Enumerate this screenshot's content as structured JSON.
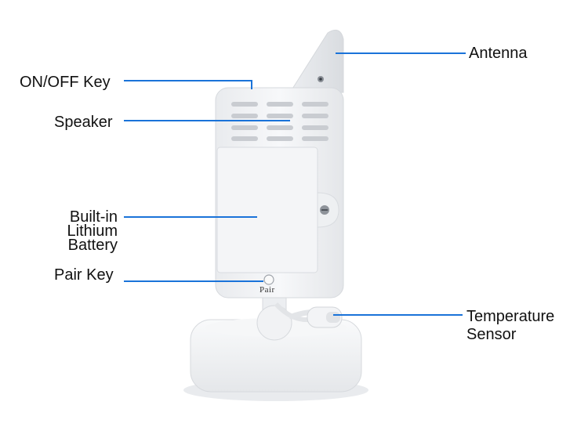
{
  "labels": {
    "antenna": "Antenna",
    "on_off_key": "ON/OFF Key",
    "speaker": "Speaker",
    "battery_line1": "Built-in",
    "battery_line2": "Lithium",
    "battery_line3": "Battery",
    "pair_key": "Pair Key",
    "temperature_line1": "Temperature",
    "temperature_line2": "Sensor"
  },
  "device": {
    "pair_text": "Pair"
  },
  "colors": {
    "leader_line": "#1a73d9",
    "device_body": "#f2f3f5",
    "device_shadow": "#d7dade",
    "text": "#111111"
  }
}
